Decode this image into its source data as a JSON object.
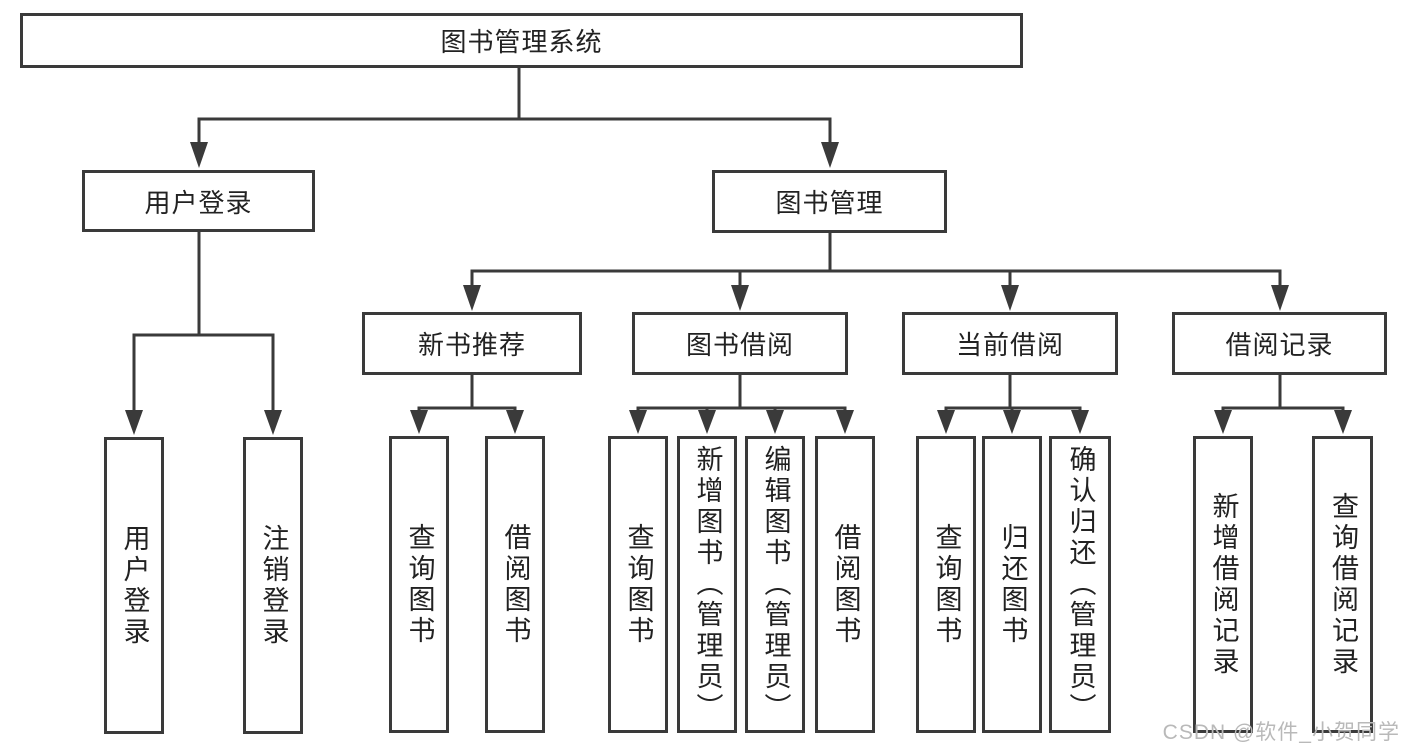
{
  "diagram": {
    "root": {
      "label": "图书管理系统"
    },
    "level2": [
      {
        "label": "用户登录"
      },
      {
        "label": "图书管理"
      }
    ],
    "level3": [
      {
        "label": "新书推荐"
      },
      {
        "label": "图书借阅"
      },
      {
        "label": "当前借阅"
      },
      {
        "label": "借阅记录"
      }
    ],
    "leaves": {
      "user_login": [
        {
          "label": "用户登录"
        },
        {
          "label": "注销登录"
        }
      ],
      "new_book_recommend": [
        {
          "label": "查询图书"
        },
        {
          "label": "借阅图书"
        }
      ],
      "book_borrow": [
        {
          "label": "查询图书"
        },
        {
          "label": "新增图书（管理员）"
        },
        {
          "label": "编辑图书（管理员）"
        },
        {
          "label": "借阅图书"
        }
      ],
      "current_borrow": [
        {
          "label": "查询图书"
        },
        {
          "label": "归还图书"
        },
        {
          "label": "确认归还（管理员）"
        }
      ],
      "borrow_record": [
        {
          "label": "新增借阅记录"
        },
        {
          "label": "查询借阅记录"
        }
      ]
    },
    "colors": {
      "line": "#3a3a3a",
      "text": "#222222",
      "background": "#ffffff",
      "watermark": "#b9b9b9"
    }
  },
  "watermark": {
    "text": "CSDN @软件_小贺同学"
  }
}
